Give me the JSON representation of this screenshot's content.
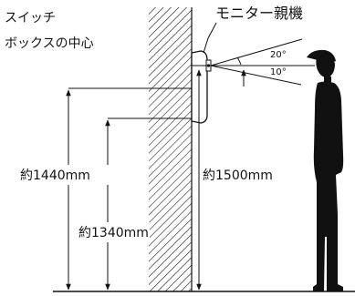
{
  "labels": {
    "switch_center_line1": "スイッチ",
    "switch_center_line2": "ボックスの中心",
    "monitor_unit": "モニター親機",
    "angle_upper": "20°",
    "angle_lower": "10°",
    "height_1440": "約1440mm",
    "height_1340": "約1340mm",
    "height_1500": "約1500mm"
  },
  "colors": {
    "ink": "#111111",
    "background": "#ffffff"
  }
}
